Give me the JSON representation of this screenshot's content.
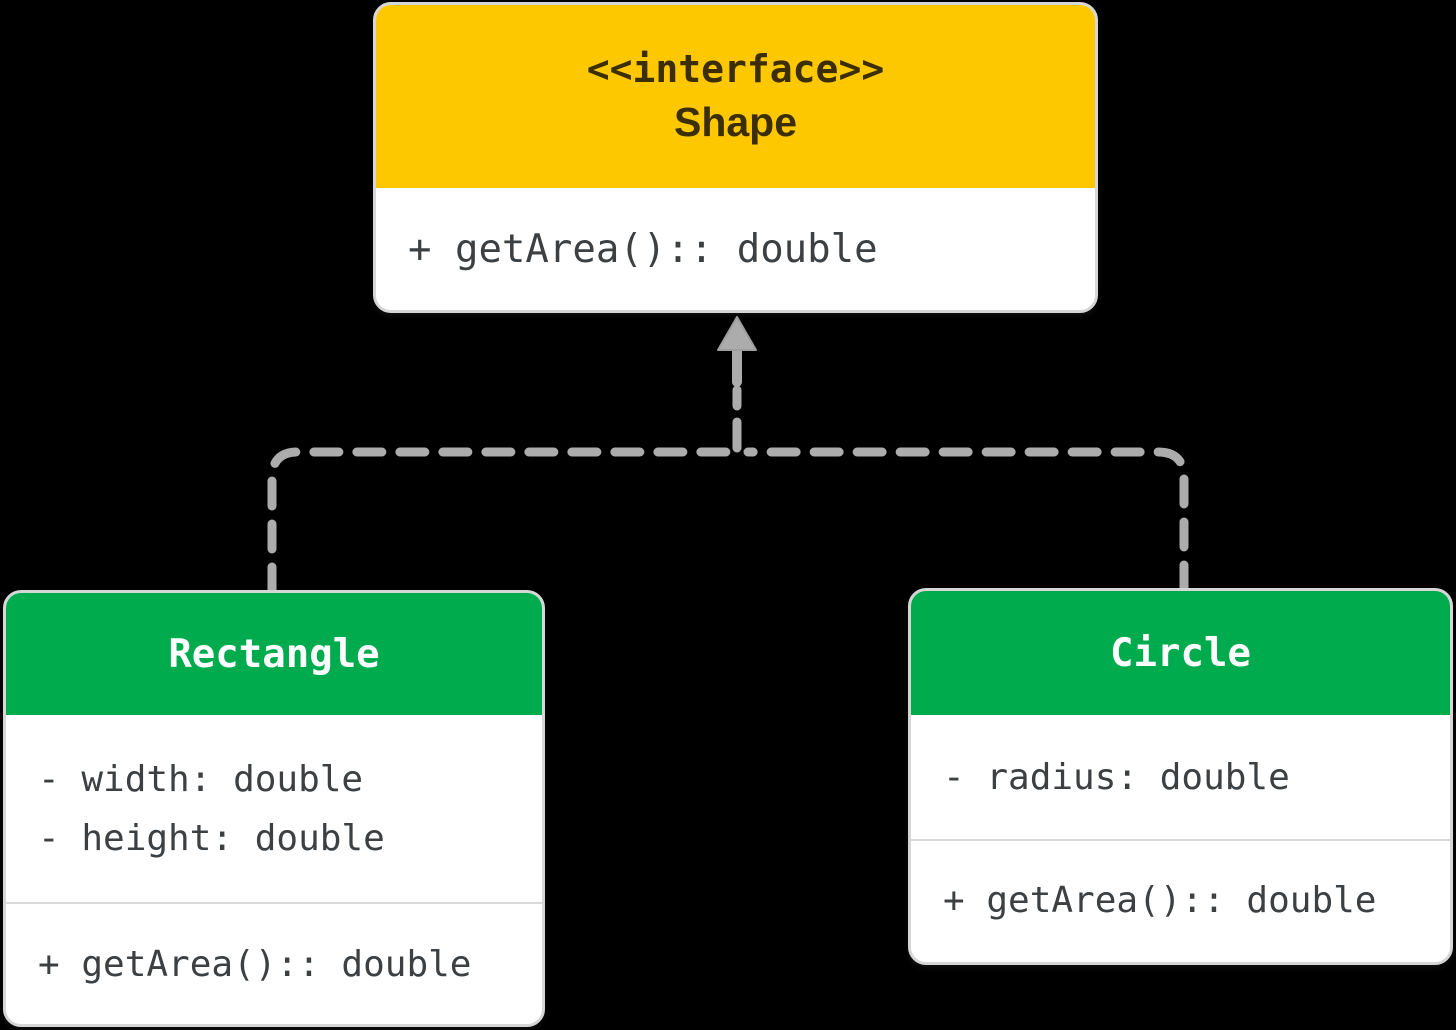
{
  "colors": {
    "background": "#000000",
    "interface_header_bg": "#FEC800",
    "interface_header_text": "#3B2E00",
    "class_header_bg": "#00AB4E",
    "class_header_text": "#FFFFFF",
    "body_text": "#3C4043",
    "box_background": "#FFFFFF",
    "box_border": "#D6D6D6",
    "divider": "#D9D9D9",
    "connector": "#ACACAC"
  },
  "interface_box": {
    "stereotype": "<<interface>>",
    "name": "Shape",
    "methods": [
      "+ getArea():: double"
    ]
  },
  "classes": [
    {
      "name": "Rectangle",
      "attributes": [
        "- width: double",
        "- height: double"
      ],
      "methods": [
        "+ getArea():: double"
      ]
    },
    {
      "name": "Circle",
      "attributes": [
        "- radius: double"
      ],
      "methods": [
        "+ getArea():: double"
      ]
    }
  ],
  "connector": {
    "line_style": "dashed",
    "arrowhead": "hollow-triangle-up"
  }
}
